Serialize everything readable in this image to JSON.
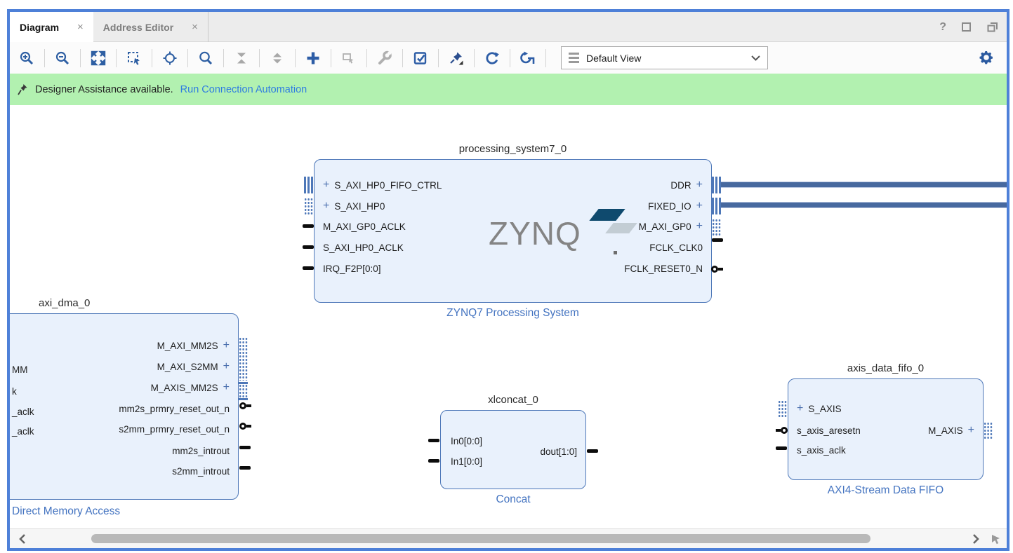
{
  "tabs": {
    "items": [
      {
        "label": "Diagram",
        "active": true
      },
      {
        "label": "Address Editor",
        "active": false
      }
    ]
  },
  "glyphs": {
    "plus": "+",
    "close": "×",
    "gear": "⚙",
    "help": "?"
  },
  "toolbar": {
    "buttons": [
      "zoom-in",
      "zoom-out",
      "zoom-fit",
      "zoom-to-selection",
      "center-view",
      "search",
      "collapse-hierarchy",
      "expand-hierarchy",
      "add-ip",
      "make-external",
      "customize-block",
      "validate-design",
      "pin-layout",
      "regenerate-layout",
      "reroute-nets"
    ],
    "view_selector": {
      "value": "Default View"
    }
  },
  "banner": {
    "message": "Designer Assistance available.",
    "link_label": "Run Connection Automation"
  },
  "diagram": {
    "blocks": {
      "processing_system": {
        "title": "processing_system7_0",
        "type_label": "ZYNQ7 Processing System",
        "logo_text": "ZYNQ",
        "left_ports": [
          {
            "label": "S_AXI_HP0_FIFO_CTRL",
            "plus": true
          },
          {
            "label": "S_AXI_HP0",
            "plus": true
          },
          {
            "label": "M_AXI_GP0_ACLK"
          },
          {
            "label": "S_AXI_HP0_ACLK"
          },
          {
            "label": "IRQ_F2P[0:0]"
          }
        ],
        "right_ports": [
          {
            "label": "DDR",
            "plus": true
          },
          {
            "label": "FIXED_IO",
            "plus": true
          },
          {
            "label": "M_AXI_GP0",
            "plus": true
          },
          {
            "label": "FCLK_CLK0"
          },
          {
            "label": "FCLK_RESET0_N"
          }
        ]
      },
      "axi_dma": {
        "title": "axi_dma_0",
        "type_label": "Direct Memory Access",
        "clipped_left_labels": [
          "MM",
          "k",
          "_aclk",
          "_aclk"
        ],
        "right_ports": [
          {
            "label": "M_AXI_MM2S",
            "plus": true
          },
          {
            "label": "M_AXI_S2MM",
            "plus": true
          },
          {
            "label": "M_AXIS_MM2S",
            "plus": true
          },
          {
            "label": "mm2s_prmry_reset_out_n"
          },
          {
            "label": "s2mm_prmry_reset_out_n"
          },
          {
            "label": "mm2s_introut"
          },
          {
            "label": "s2mm_introut"
          }
        ]
      },
      "xlconcat": {
        "title": "xlconcat_0",
        "type_label": "Concat",
        "left_ports": [
          {
            "label": "In0[0:0]"
          },
          {
            "label": "In1[0:0]"
          }
        ],
        "right_ports": [
          {
            "label": "dout[1:0]"
          }
        ]
      },
      "axis_data_fifo": {
        "title": "axis_data_fifo_0",
        "type_label": "AXI4-Stream Data FIFO",
        "left_ports": [
          {
            "label": "S_AXIS",
            "plus": true
          },
          {
            "label": "s_axis_aresetn"
          },
          {
            "label": "s_axis_aclk"
          }
        ],
        "right_ports": [
          {
            "label": "M_AXIS",
            "plus": true
          }
        ]
      }
    }
  }
}
